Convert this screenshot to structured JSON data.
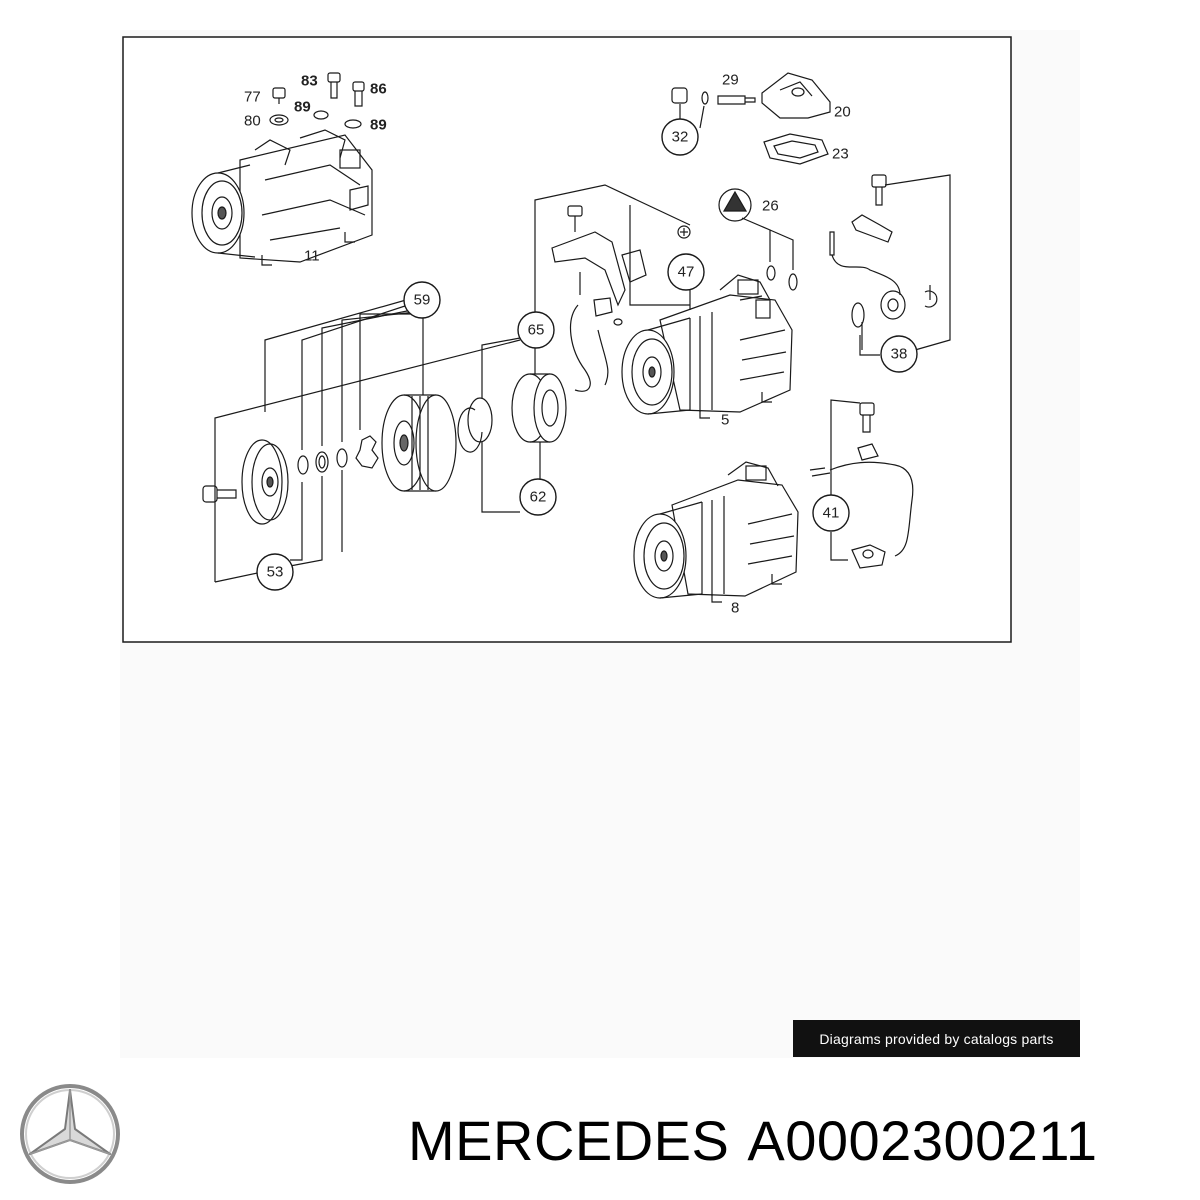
{
  "diagram": {
    "callouts": [
      {
        "number": "59"
      },
      {
        "number": "65"
      },
      {
        "number": "62"
      },
      {
        "number": "53"
      },
      {
        "number": "47"
      },
      {
        "number": "32"
      },
      {
        "number": "38"
      },
      {
        "number": "41"
      }
    ],
    "labels": [
      {
        "number": "77"
      },
      {
        "number": "80"
      },
      {
        "number": "83"
      },
      {
        "number": "86"
      },
      {
        "number": "89"
      },
      {
        "number": "89"
      },
      {
        "number": "29"
      },
      {
        "number": "20"
      },
      {
        "number": "23"
      },
      {
        "number": "26"
      },
      {
        "number": "11"
      },
      {
        "number": "5"
      },
      {
        "number": "8"
      }
    ]
  },
  "badge": {
    "text": "Diagrams provided by catalogs parts"
  },
  "caption": {
    "brand": "MERCEDES",
    "part_number": "A0002300211"
  },
  "colors": {
    "line": "#1a1a1a",
    "badge_bg": "#111111",
    "badge_fg": "#ffffff"
  }
}
